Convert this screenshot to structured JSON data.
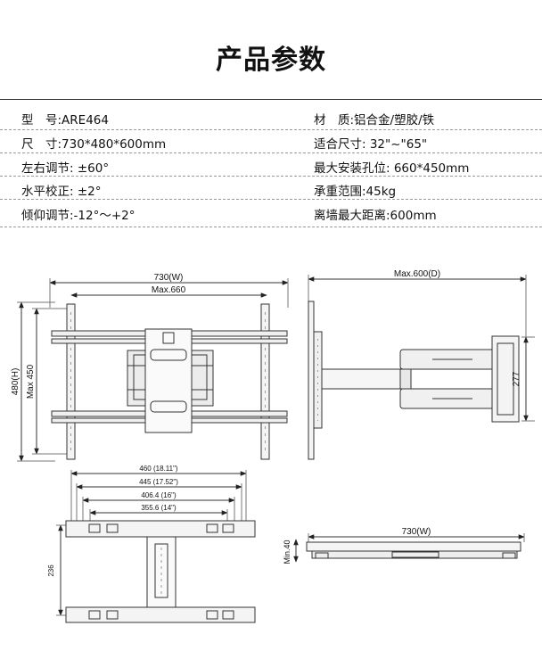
{
  "title": "产品参数",
  "specs": [
    {
      "left": "型　号:ARE464",
      "right": "材　质:铝合金/塑胶/铁"
    },
    {
      "left": "尺　寸:730*480*600mm",
      "right": "适合尺寸: 32\"~\"65\""
    },
    {
      "left": "左右调节: ±60°",
      "right": "最大安装孔位: 660*450mm"
    },
    {
      "left": "水平校正: ±2°",
      "right": "承重范围:45kg"
    },
    {
      "left": "倾仰调节:-12°～+2°",
      "right": "离墙最大距离:600mm"
    }
  ],
  "dimensions": {
    "front_width": "730(W)",
    "front_max": "Max.660",
    "front_height": "480(H)",
    "front_max_height": "Max 450",
    "side_depth": "Max.600(D)",
    "side_height": "277",
    "plate_460": "460 (18.11\")",
    "plate_445": "445 (17.52\")",
    "plate_406": "406.4 (16\")",
    "plate_355": "355.6 (14\")",
    "plate_height": "236",
    "top_width": "730(W)",
    "top_min": "Min.40"
  }
}
